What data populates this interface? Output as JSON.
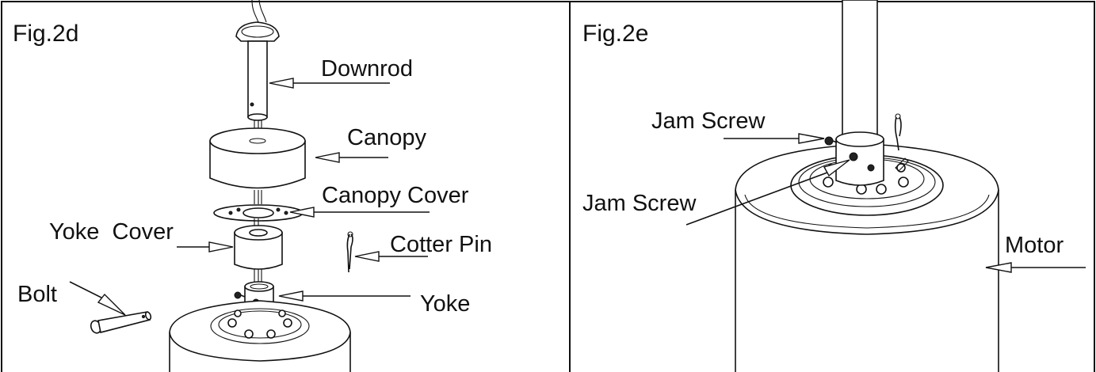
{
  "panels": [
    {
      "label": "Fig.2d",
      "callouts": {
        "downrod": "Downrod",
        "canopy": "Canopy",
        "canopy_cover": "Canopy Cover",
        "yoke_cover": "Yoke  Cover",
        "cotter_pin": "Cotter Pin",
        "bolt": "Bolt",
        "yoke": "Yoke"
      }
    },
    {
      "label": "Fig.2e",
      "callouts": {
        "jam_screw_top": "Jam Screw",
        "jam_screw_bottom": "Jam Screw",
        "motor": "Motor"
      }
    }
  ],
  "colors": {
    "ink": "#111111",
    "paper": "#ffffff"
  }
}
